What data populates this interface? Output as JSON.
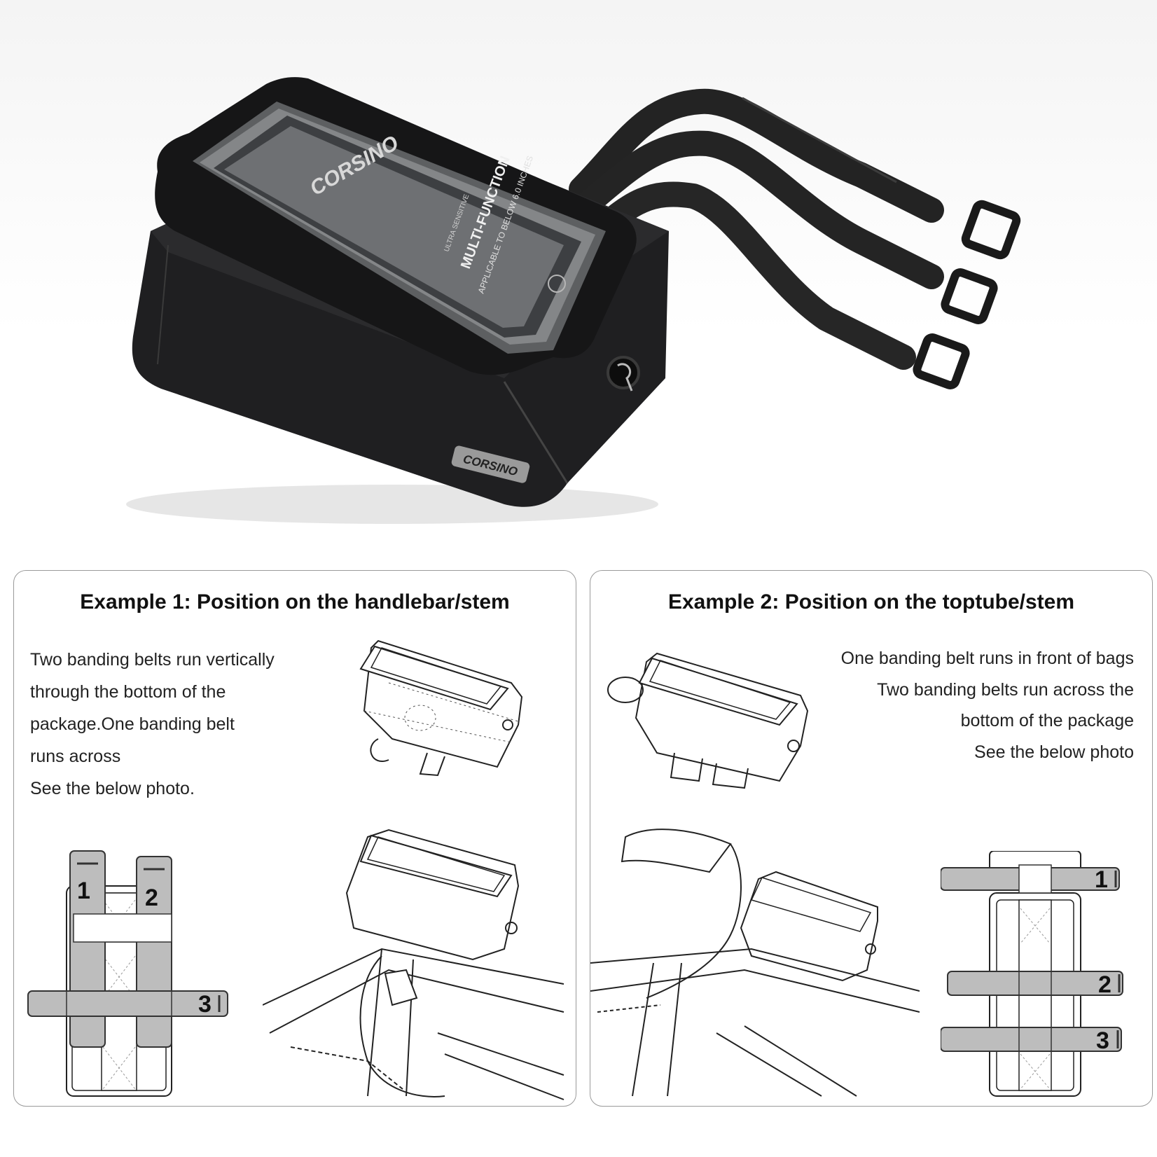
{
  "product": {
    "brand_screen": "CORSINO",
    "screen_small_text": "ULTRA SENSITIVE",
    "screen_headline": "MULTI-FUNCTION",
    "screen_sub": "APPLICABLE TO BELOW 6.0 INCHES",
    "brand_label": "CORSINO"
  },
  "example1": {
    "title": "Example 1: Position on the handlebar/stem",
    "lines": [
      "Two banding belts run vertically",
      "through the bottom of the",
      "package.One banding belt",
      "runs across",
      "See the below photo."
    ],
    "belt_labels": [
      "1",
      "2",
      "3"
    ]
  },
  "example2": {
    "title": "Example 2: Position on the toptube/stem",
    "lines": [
      "One banding belt runs in front of bags",
      "Two banding belts run across the",
      "bottom of the package",
      "See the below photo"
    ],
    "belt_labels": [
      "1",
      "2",
      "3"
    ]
  },
  "colors": {
    "bag": "#1c1c1e",
    "strap": "#2a2a2a",
    "belt_fill": "#bdbdbd",
    "panel_border": "#9a9a9a"
  }
}
